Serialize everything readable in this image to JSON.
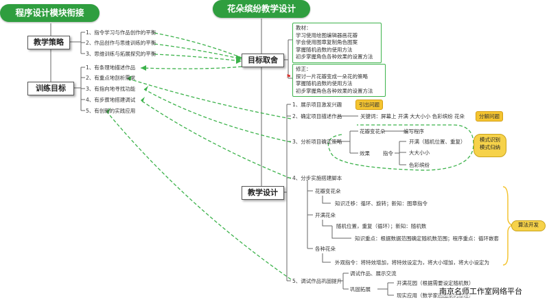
{
  "colors": {
    "green": "#2f9e3f",
    "dash": "#3bb24a",
    "yellow": "#f4c431",
    "line": "#666666"
  },
  "left": {
    "title": "程序设计模块衔接",
    "strategy": {
      "label": "教学策略",
      "items": [
        "1、指令学习与作品创作的平衡",
        "2、作品创作与思维训练的平衡",
        "3、思维训练与拓展探究的平衡"
      ]
    },
    "training": {
      "label": "训练目标",
      "items": [
        "1、有条理地描述作品",
        "2、有重点地剖析需求",
        "3、有指向地寻找功能",
        "4、有步骤地搭建调试",
        "5、有创新的实践应用"
      ]
    }
  },
  "right": {
    "title": "花朵缤纷教学设计",
    "goals": {
      "label": "目标取舍",
      "material_lines": [
        "教材：",
        "学习使用绘图编辑器画花瓣",
        "学会使用图章复制角色图案",
        "掌握随机函数的使用方法",
        "初步掌握角色各种效果的设置方法"
      ],
      "revision_lines": [
        "修正：",
        "探讨一片花瓣变成一朵花的策略",
        "掌握随机函数的使用方法",
        "初步掌握角色各种效果的设置方法"
      ]
    },
    "design": {
      "label": "教学设计",
      "step1": "1、展示项目激发兴趣",
      "step1_tag": "引出问题",
      "step2": "2、确定项目描述作品",
      "step2_detail": "关键词：屏幕上 开满 大大小小 色彩缤纷 花朵",
      "step2_tag": "分解问题",
      "step3": "3、分析项目确定策略",
      "step3_items": {
        "flower": "花瓣变花朵",
        "program": "编写程序",
        "effect": "效果",
        "command": "指令",
        "bloom": "开满（随机位置、重复）",
        "size": "大大小小",
        "color": "色彩缤纷"
      },
      "step3_tag": [
        "模式识别",
        "模式归纳"
      ],
      "step4": "4、分步实施搭建脚本",
      "sub1": "花瓣变花朵",
      "sub1_detail": "知识迁移：循环、旋转；新知：图章指令",
      "sub2": "开满花朵",
      "sub2_detail1": "随机位置，重复（循环）；新知：随机数",
      "sub2_detail2": "知识重点：根据数据范围确定随机数范围；程序重点：循环嵌套",
      "sub3": "各种花朵",
      "sub3_detail": "外观指令：将特效增加，将特效设定为，将大小增加，将大小设定为",
      "algo_tag": "算法开发",
      "step5": "5、调试作品巩固提升",
      "step5_a": "调试作品、展示交流",
      "step5_b": "巩固拓展",
      "step5_b1": "开满花园（根据需要设定随机数）",
      "step5_b2": "现实应用（数学家画图案的原理）"
    }
  },
  "watermark": "南京名师工作室网络平台"
}
